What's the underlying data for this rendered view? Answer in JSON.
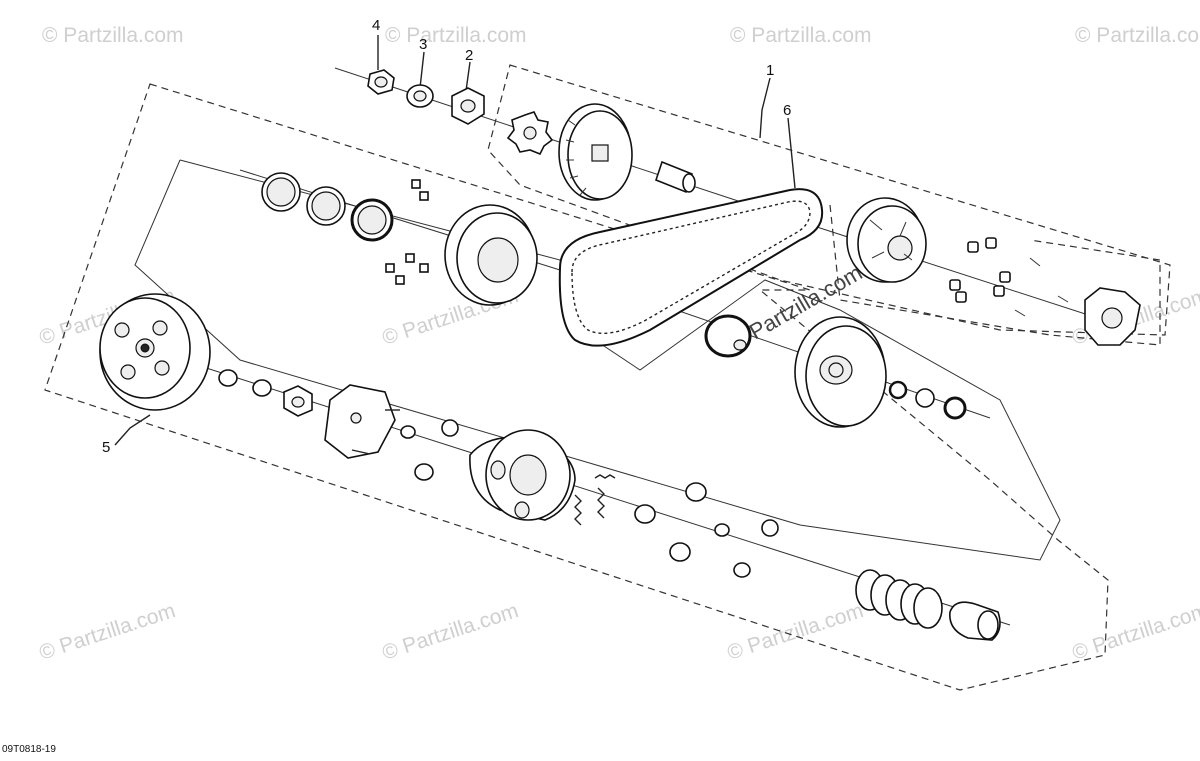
{
  "callouts": [
    {
      "id": "1",
      "label": "1"
    },
    {
      "id": "2",
      "label": "2"
    },
    {
      "id": "3",
      "label": "3"
    },
    {
      "id": "4",
      "label": "4"
    },
    {
      "id": "5",
      "label": "5"
    },
    {
      "id": "6",
      "label": "6"
    }
  ],
  "diagram_code": "09T0818-19",
  "watermark": "© Partzilla.com",
  "center_watermark": "Partzilla.com",
  "colors": {
    "line": "#222222",
    "watermark": "#cfcfcf",
    "background": "#ffffff"
  }
}
